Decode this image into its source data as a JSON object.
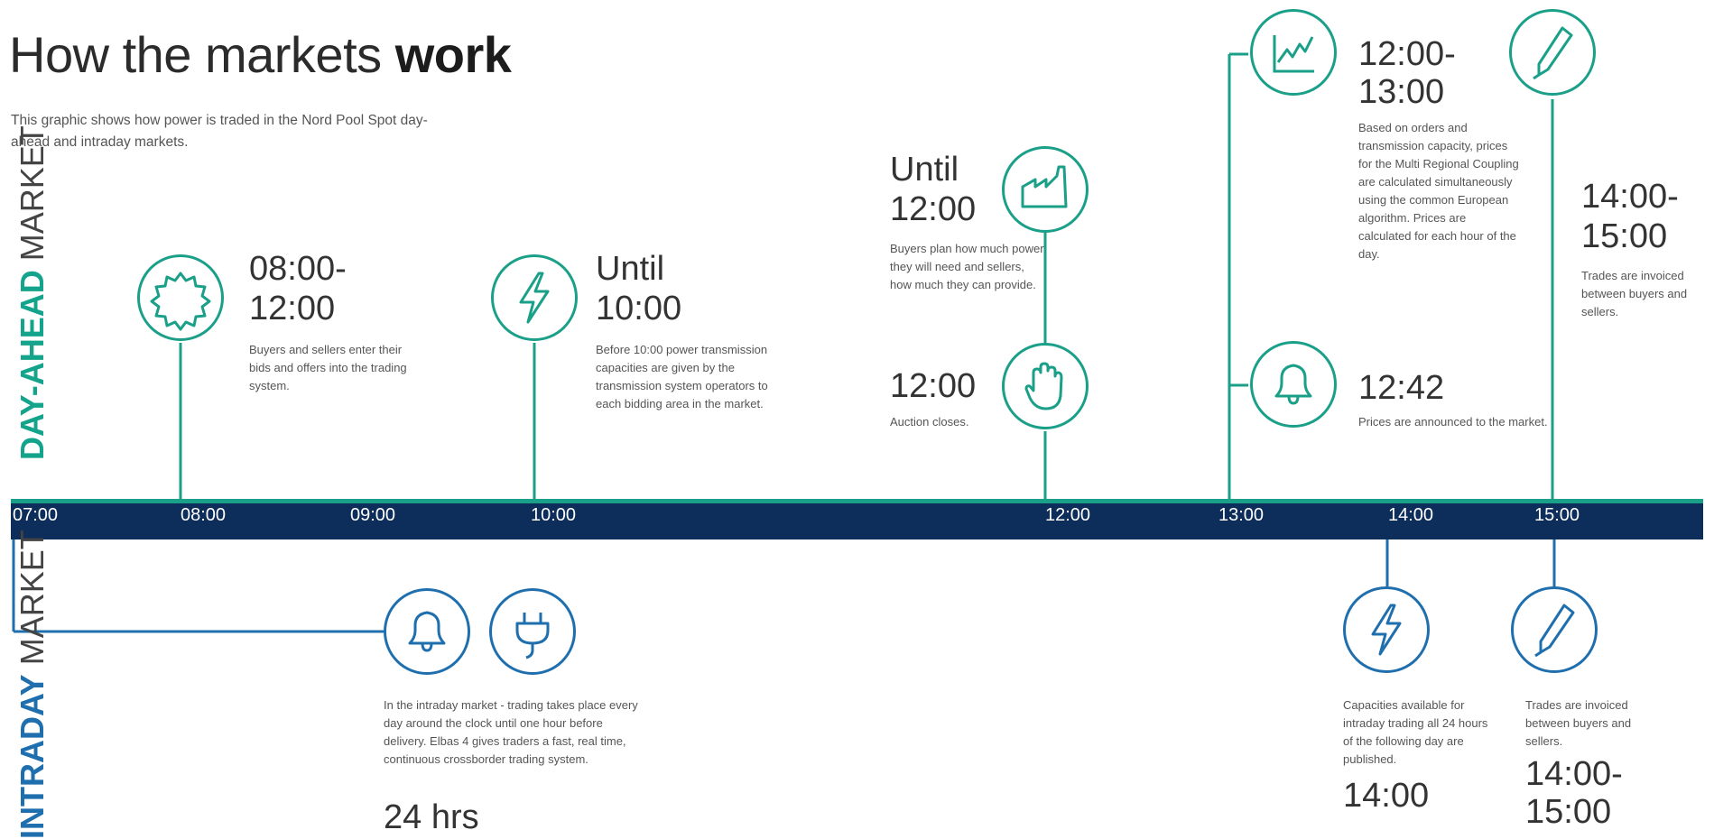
{
  "title": {
    "light": "How the markets ",
    "bold": "work"
  },
  "intro": "This graphic shows how power is traded in the Nord Pool Spot day-ahead and intraday markets.",
  "labels": {
    "day_ahead_bold": "DAY-AHEAD",
    "day_ahead_thin": "MARKET",
    "intraday_bold": "INTRADAY",
    "intraday_thin": "MARKET"
  },
  "timeline": [
    "07:00",
    "08:00",
    "09:00",
    "10:00",
    "12:00",
    "13:00",
    "14:00",
    "15:00"
  ],
  "day_ahead": {
    "bids": {
      "time_a": "08:00-",
      "time_b": "12:00",
      "text": "Buyers and sellers enter their bids and offers into the trading system."
    },
    "capacity": {
      "time_a": "Until",
      "time_b": "10:00",
      "text": "Before 10:00 power transmission capacities are given by the transmission system operators to each bidding area in the market."
    },
    "plan": {
      "time_a": "Until",
      "time_b": "12:00",
      "text": "Buyers plan how much power they will need and sellers, how much they can provide."
    },
    "close": {
      "time": "12:00",
      "text": "Auction closes."
    },
    "calc": {
      "time_a": "12:00-",
      "time_b": "13:00",
      "text": "Based on orders and transmission capacity, prices for the Multi Regional Coupling are calculated simultaneously using the common European algorithm. Prices are calculated for each hour of the day."
    },
    "announce": {
      "time": "12:42",
      "text": "Prices are announced to the market."
    },
    "invoice": {
      "time_a": "14:00-",
      "time_b": "15:00",
      "text": "Trades are invoiced between buyers and sellers."
    }
  },
  "intraday": {
    "trading": {
      "time": "24 hrs",
      "text": "In the intraday market - trading takes place every day around the clock until one hour before delivery. Elbas 4 gives traders a fast, real time, continuous crossborder trading system."
    },
    "capacity": {
      "time": "14:00",
      "text": "Capacities available for intraday trading all 24 hours of the following day are published."
    },
    "invoice": {
      "time_a": "14:00-",
      "time_b": "15:00",
      "text": "Trades are invoiced between buyers and sellers."
    }
  },
  "colors": {
    "day_ahead": "#1aa088",
    "intraday": "#1f6fae",
    "timeline_bar": "#0d2d5a"
  }
}
